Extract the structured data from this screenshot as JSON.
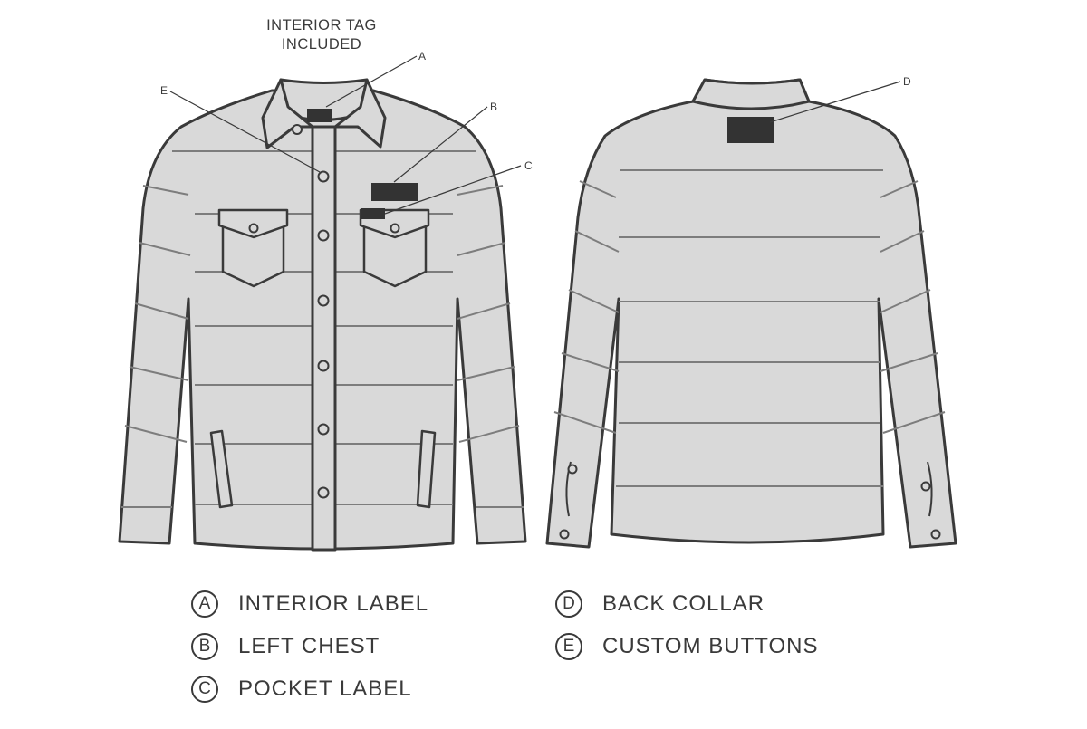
{
  "title": "INTERIOR TAG INCLUDED",
  "title_lines": [
    "INTERIOR TAG",
    "INCLUDED"
  ],
  "callouts": {
    "a": "A",
    "b": "B",
    "c": "C",
    "d": "D",
    "e": "E"
  },
  "legend": [
    {
      "letter": "A",
      "label": "INTERIOR LABEL"
    },
    {
      "letter": "B",
      "label": "LEFT CHEST"
    },
    {
      "letter": "C",
      "label": "POCKET LABEL"
    },
    {
      "letter": "D",
      "label": "BACK COLLAR"
    },
    {
      "letter": "E",
      "label": "CUSTOM BUTTONS"
    }
  ],
  "colors": {
    "fabric": "#d9d9d9",
    "outline": "#3a3a3a",
    "quilt_line": "#7d7d7d",
    "label_patch": "#333333"
  }
}
